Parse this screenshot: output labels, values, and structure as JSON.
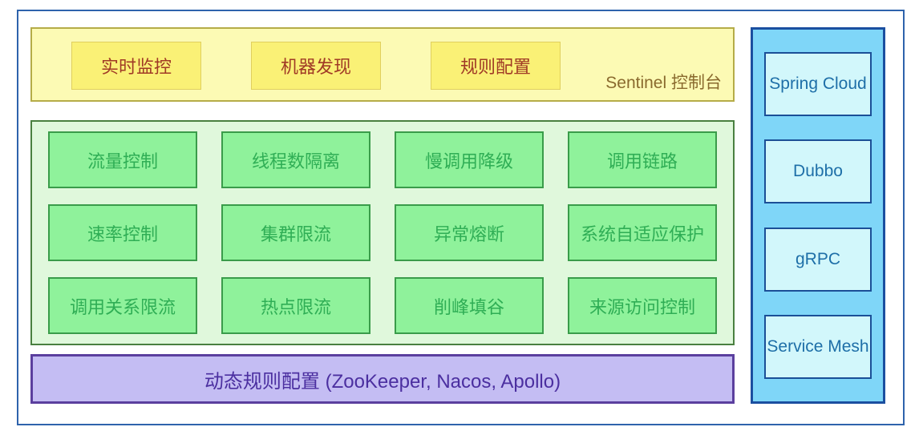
{
  "console": {
    "title": "Sentinel 控制台",
    "features": [
      "实时监控",
      "机器发现",
      "规则配置"
    ]
  },
  "core": {
    "rows": [
      [
        "流量控制",
        "线程数隔离",
        "慢调用降级",
        "调用链路"
      ],
      [
        "速率控制",
        "集群限流",
        "异常熔断",
        "系统自适应保护"
      ],
      [
        "调用关系限流",
        "热点限流",
        "削峰填谷",
        "来源访问控制"
      ]
    ]
  },
  "datasource": {
    "label": "动态规则配置 (ZooKeeper, Nacos, Apollo)"
  },
  "adapters": {
    "items": [
      "Spring Cloud",
      "Dubbo",
      "gRPC",
      "Service Mesh"
    ]
  },
  "colors": {
    "frame_border": "#2e63ac",
    "console_bg": "#fcfab4",
    "console_tab_bg": "#faf176",
    "console_tab_text": "#a03a26",
    "console_title_text": "#8a6a2e",
    "core_panel_bg": "#e0f8dc",
    "core_cell_bg": "#8ff29b",
    "core_cell_border": "#3a9c4a",
    "core_cell_text": "#2fae55",
    "datasource_bg": "#c4bdf3",
    "datasource_border": "#5b3f9e",
    "datasource_text": "#4b2fa0",
    "adapters_bg": "#7fd6f8",
    "adapters_border": "#1b4fa0",
    "adapter_box_bg": "#d2f7fb",
    "adapter_box_text": "#1e6fa8"
  }
}
